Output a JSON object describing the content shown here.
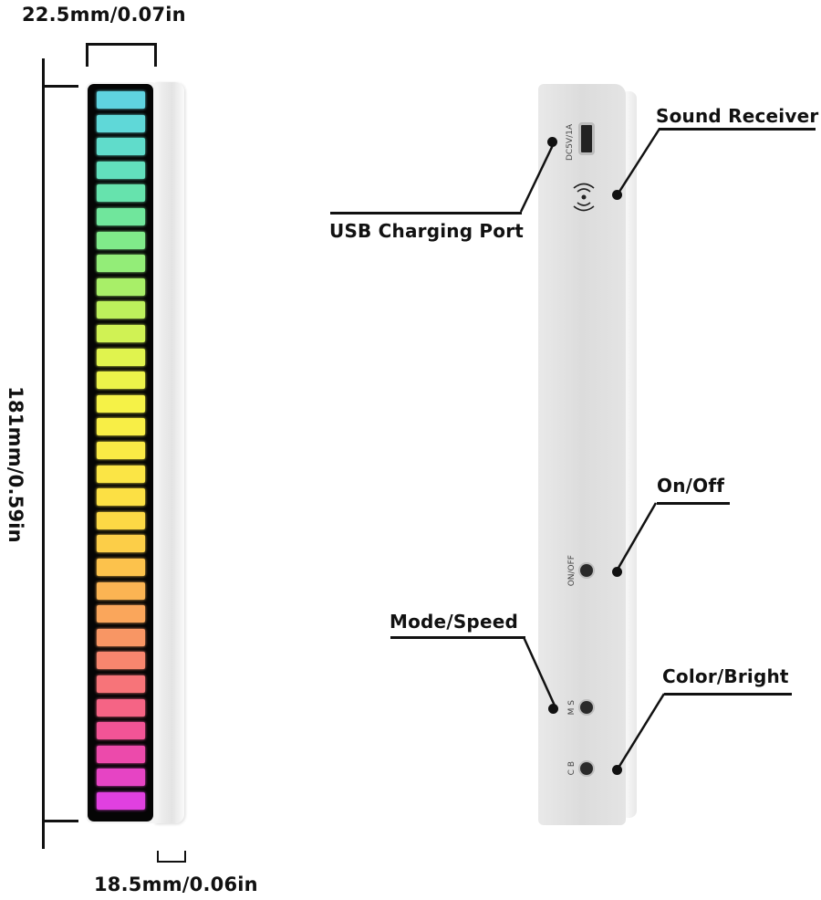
{
  "dimensions": {
    "width_label": "22.5mm/0.07in",
    "height_label": "181mm/0.59in",
    "depth_label": "18.5mm/0.06in"
  },
  "callouts": {
    "sound_receiver": "Sound Receiver",
    "usb_port": "USB Charging Port",
    "on_off": "On/Off",
    "mode_speed": "Mode/Speed",
    "color_bright": "Color/Bright"
  },
  "device_markings": {
    "power_input": "DC5V/1A",
    "on_off": "ON/OFF",
    "mode_speed": "M S",
    "color_bright": "C B"
  },
  "led_bar": {
    "segment_count": 31,
    "colors": [
      "#5fd3e0",
      "#5fd8d8",
      "#60dccb",
      "#62e0bd",
      "#66e3ad",
      "#70e69c",
      "#80ea8a",
      "#93ed78",
      "#a8ef68",
      "#bdf05c",
      "#d0f254",
      "#e0f34e",
      "#ecf34a",
      "#f5f247",
      "#f8ee46",
      "#faea45",
      "#fbe545",
      "#fce044",
      "#fcd845",
      "#fcce48",
      "#fcc24c",
      "#fbb453",
      "#faa65b",
      "#f89664",
      "#f7866e",
      "#f77479",
      "#f56485",
      "#f25496",
      "#ec4aab",
      "#e644c4",
      "#e040e0"
    ]
  }
}
